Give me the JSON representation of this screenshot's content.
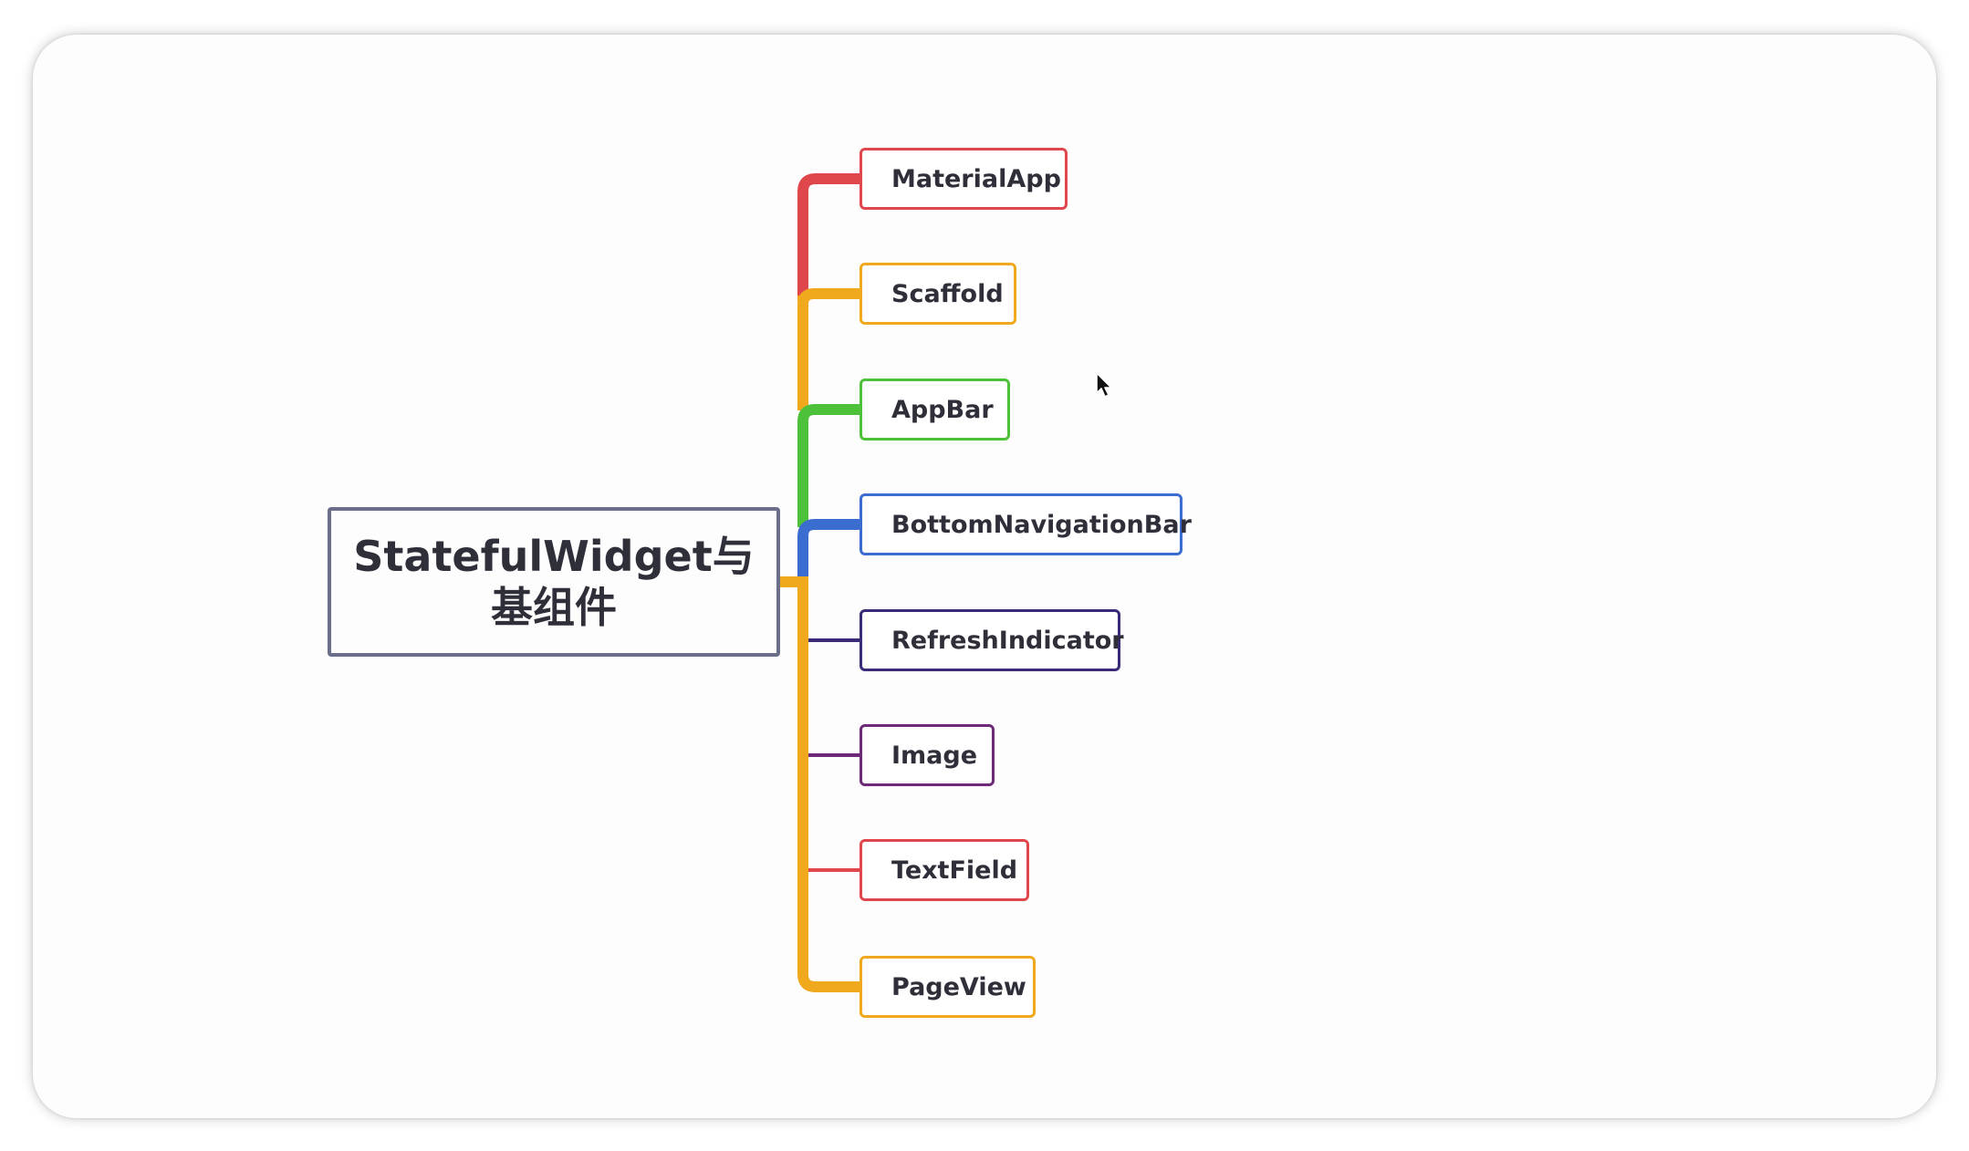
{
  "mindmap": {
    "root": {
      "line1": "StatefulWidget与",
      "line2": "基组件",
      "border_color": "#6b6f89"
    },
    "children": [
      {
        "label": "MaterialApp",
        "color": "#e0474c"
      },
      {
        "label": "Scaffold",
        "color": "#f0a81c"
      },
      {
        "label": "AppBar",
        "color": "#4ec13a"
      },
      {
        "label": "BottomNavigationBar",
        "color": "#3b6cd0"
      },
      {
        "label": "RefreshIndicator",
        "color": "#3a2a78"
      },
      {
        "label": "Image",
        "color": "#6e2a78"
      },
      {
        "label": "TextField",
        "color": "#e0474c"
      },
      {
        "label": "PageView",
        "color": "#f0a81c"
      }
    ],
    "trunk_color": "#f0a81c"
  },
  "cursor": {
    "icon": "mouse-pointer-icon"
  }
}
